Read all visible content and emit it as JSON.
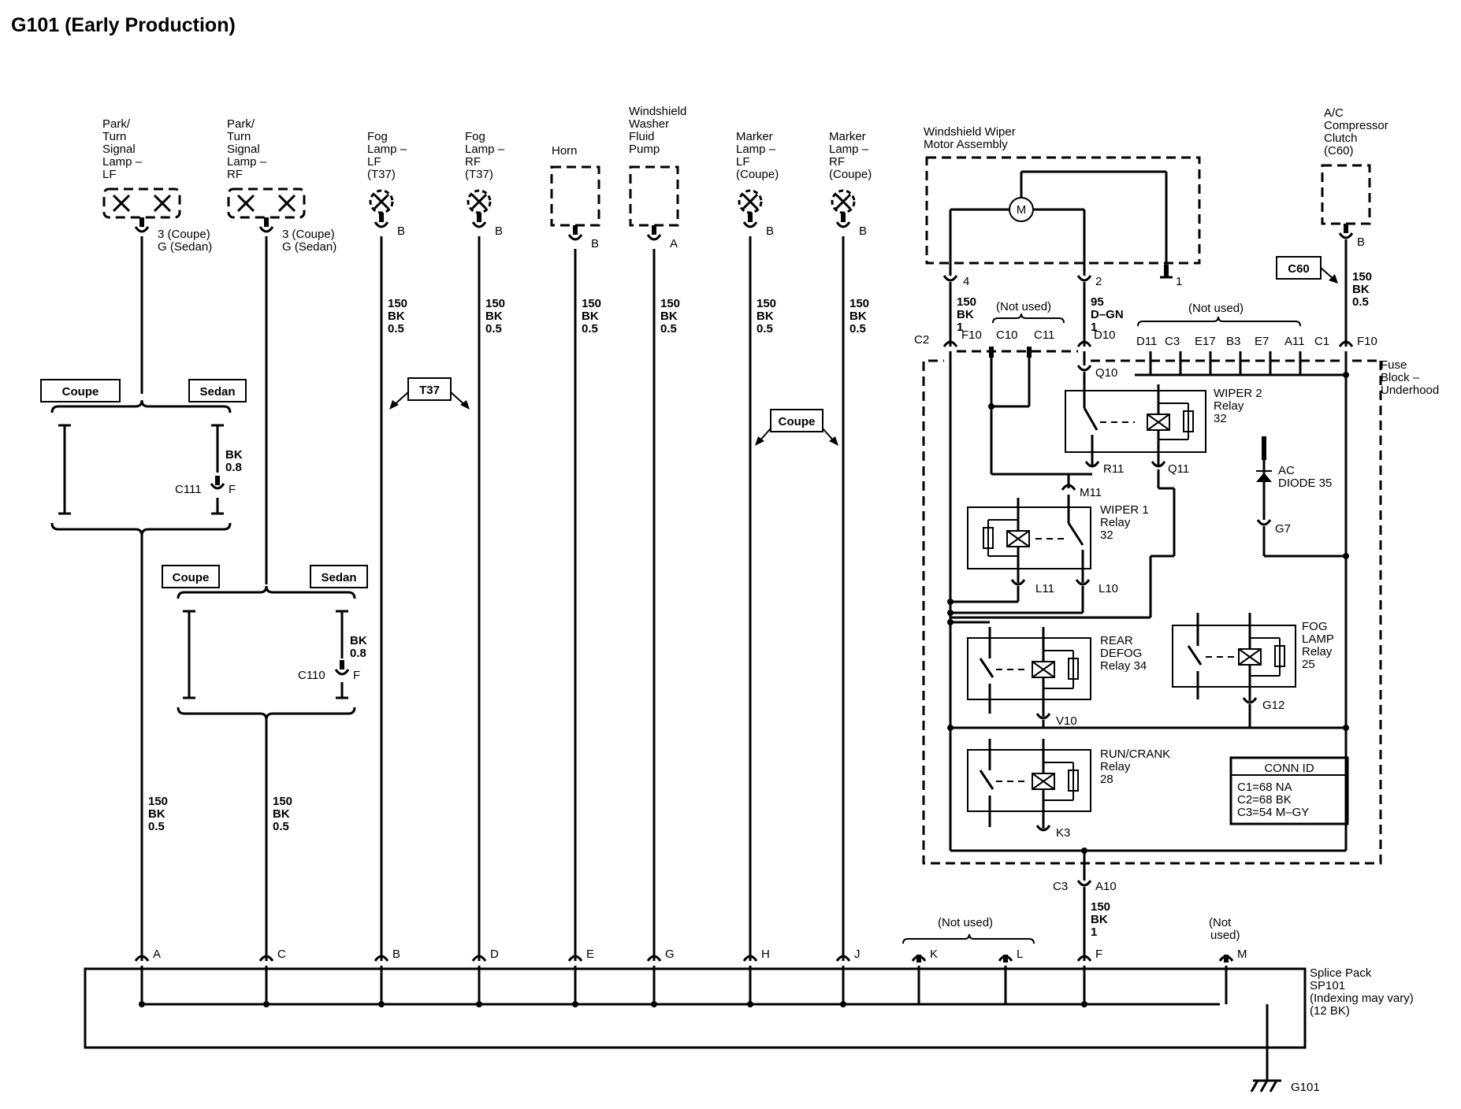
{
  "title": "G101 (Early Production)",
  "components": {
    "park_lf": [
      "Park/",
      "Turn",
      "Signal",
      "Lamp –",
      "LF"
    ],
    "park_rf": [
      "Park/",
      "Turn",
      "Signal",
      "Lamp –",
      "RF"
    ],
    "fog_lf": [
      "Fog",
      "Lamp –",
      "LF",
      "(T37)"
    ],
    "fog_rf": [
      "Fog",
      "Lamp –",
      "RF",
      "(T37)"
    ],
    "horn": [
      "Horn"
    ],
    "washer": [
      "Windshield",
      "Washer",
      "Fluid",
      "Pump"
    ],
    "marker_lf": [
      "Marker",
      "Lamp –",
      "LF",
      "(Coupe)"
    ],
    "marker_rf": [
      "Marker",
      "Lamp –",
      "RF",
      "(Coupe)"
    ],
    "wiper_motor": [
      "Windshield Wiper",
      "Motor Assembly"
    ],
    "ac_clutch": [
      "A/C",
      "Compressor",
      "Clutch",
      "(C60)"
    ],
    "fuse_block": [
      "Fuse",
      "Block –",
      "Underhood"
    ],
    "splice_pack": [
      "Splice Pack",
      "SP101",
      "(Indexing may vary)",
      "(12 BK)"
    ],
    "ground": "G101"
  },
  "pins": {
    "park": [
      "3 (Coupe)",
      "G (Sedan)"
    ],
    "b": "B",
    "a": "A",
    "motor_4": "4",
    "motor_2": "2",
    "motor_1": "1"
  },
  "wire_150": [
    "150",
    "BK",
    "0.5"
  ],
  "wire_bk08": [
    "BK",
    "0.8"
  ],
  "wire_motor_left": [
    "150",
    "BK",
    "1"
  ],
  "wire_motor_right": [
    "95",
    "D–GN",
    "1"
  ],
  "wire_sp": [
    "150",
    "BK",
    "1"
  ],
  "tags": {
    "coupe": "Coupe",
    "sedan": "Sedan",
    "t37": "T37",
    "c60": "C60",
    "not_used": "(Not used)",
    "not_used_m": [
      "(Not",
      "used)"
    ],
    "motor_symbol": "M"
  },
  "connectors": {
    "c111": "C111",
    "c110": "C110",
    "f": "F",
    "c2": "C2",
    "c1": "C1",
    "c3": "C3",
    "f10": "F10",
    "c10": "C10",
    "c11": "C11",
    "d10": "D10",
    "d11": "D11",
    "c3pin": "C3",
    "e17": "E17",
    "b3": "B3",
    "e7": "E7",
    "a11": "A11",
    "f10r": "F10",
    "q10": "Q10",
    "r11": "R11",
    "q11": "Q11",
    "m11": "M11",
    "l11": "L11",
    "l10": "L10",
    "g7": "G7",
    "v10": "V10",
    "g12": "G12",
    "k3": "K3",
    "a10": "A10"
  },
  "relays": {
    "wiper2": [
      "WIPER 2",
      "Relay",
      "32"
    ],
    "wiper1": [
      "WIPER 1",
      "Relay",
      "32"
    ],
    "ac_diode": [
      "AC",
      "DIODE 35"
    ],
    "rear_defog": [
      "REAR",
      "DEFOG",
      "Relay 34"
    ],
    "fog_lamp": [
      "FOG",
      "LAMP",
      "Relay",
      "25"
    ],
    "run_crank": [
      "RUN/CRANK",
      "Relay",
      "28"
    ]
  },
  "conn_id": {
    "title": "CONN ID",
    "lines": [
      "C1=68 NA",
      "C2=68 BK",
      "C3=54 M–GY"
    ]
  },
  "sp_pins": [
    "A",
    "C",
    "B",
    "D",
    "E",
    "G",
    "H",
    "J",
    "K",
    "L",
    "F",
    "M"
  ]
}
